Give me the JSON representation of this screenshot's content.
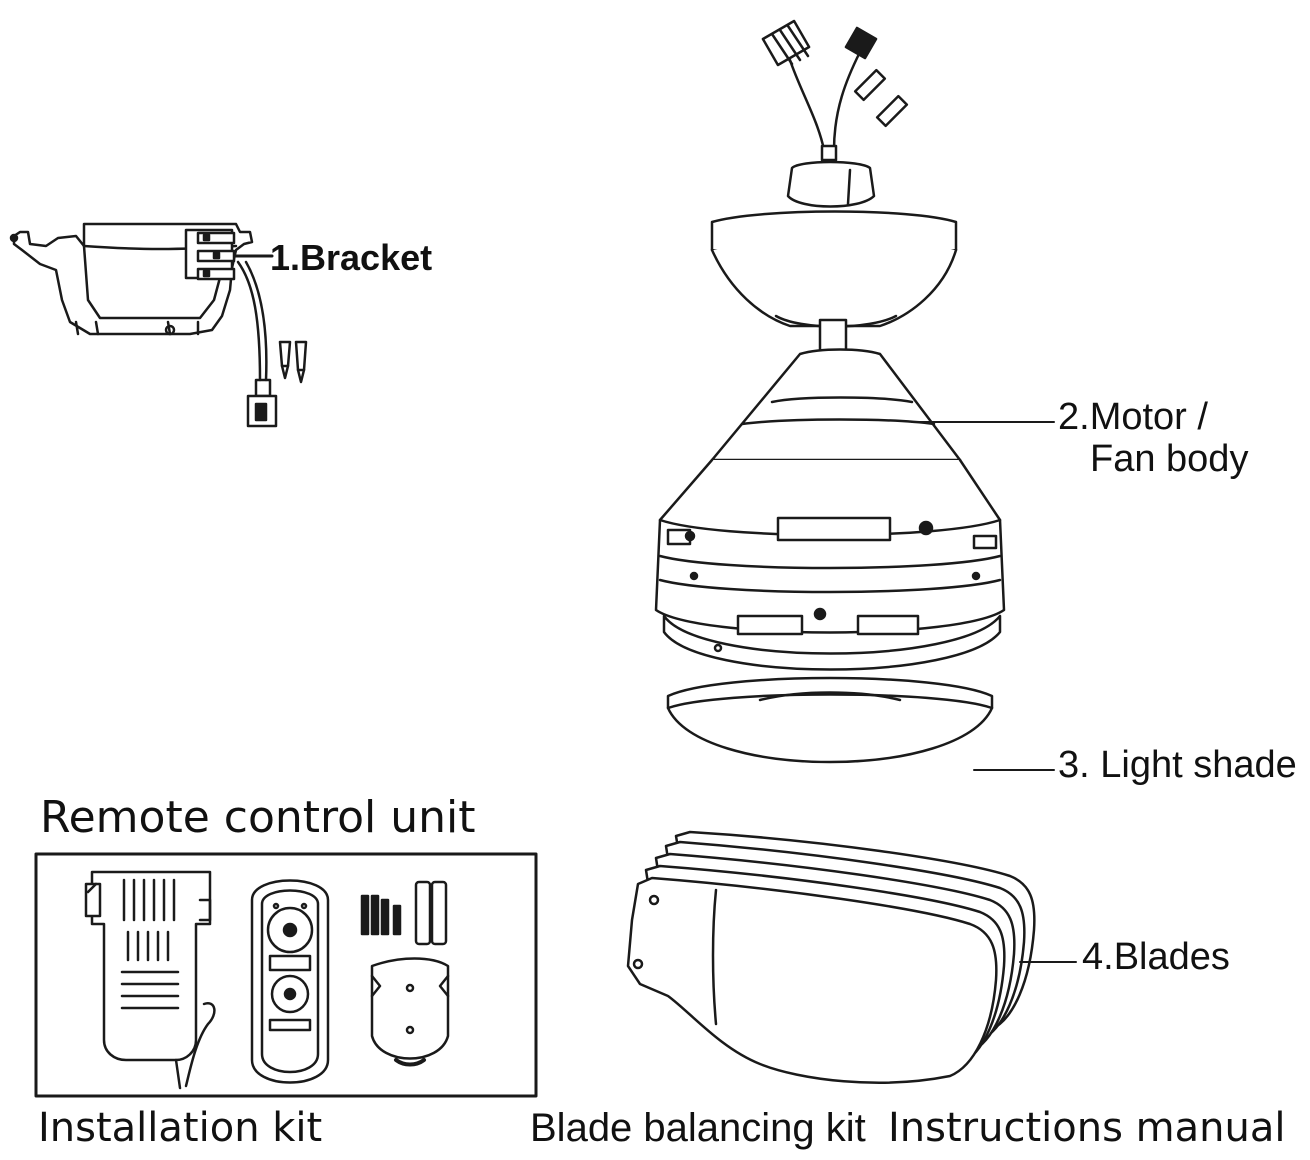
{
  "labels": {
    "bracket": "1.Bracket",
    "motor_line1": "2.Motor /",
    "motor_line2": "Fan body",
    "light_shade": "3. Light shade",
    "blades": "4.Blades",
    "remote_title": "Remote control unit",
    "installation_kit": "Installation kit",
    "blade_balancing_kit": "Blade balancing kit",
    "instructions_manual": "Instructions manual"
  },
  "colors": {
    "line": "#1a1a1a",
    "background": "#ffffff",
    "fill": "#ffffff"
  }
}
